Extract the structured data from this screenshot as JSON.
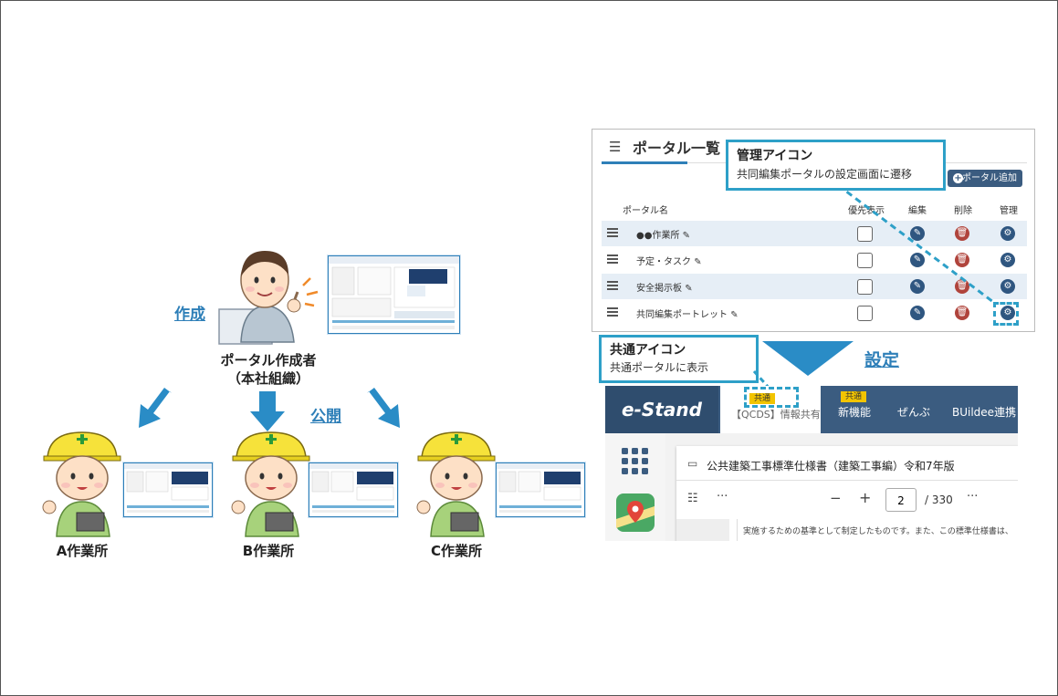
{
  "left": {
    "creator_label": "ポータル作成者",
    "creator_sub": "（本社組織）",
    "create_label": "作成",
    "publish_label": "公開",
    "sites": [
      "A作業所",
      "B作業所",
      "C作業所"
    ]
  },
  "portal_list": {
    "title": "ポータル一覧",
    "add_button": "ポータル追加",
    "columns": {
      "name": "ポータル名",
      "priority": "優先表示",
      "edit": "編集",
      "delete": "削除",
      "manage": "管理"
    },
    "rows": [
      {
        "name": "●●作業所"
      },
      {
        "name": "予定・タスク"
      },
      {
        "name": "安全掲示板"
      },
      {
        "name": "共同編集ポートレット"
      }
    ]
  },
  "callout_manage": {
    "title": "管理アイコン",
    "desc": "共同編集ポータルの設定画面に遷移"
  },
  "callout_common": {
    "title": "共通アイコン",
    "desc": "共通ポータルに表示"
  },
  "setting_label": "設定",
  "estand": {
    "logo": "e-Stand",
    "badge": "共通",
    "nav": [
      "【QCDS】情報共有",
      "新機能",
      "ぜんぶ",
      "BUildee連携"
    ],
    "doc_title": "公共建築工事標準仕様書（建築工事編）令和7年版",
    "page_current": "2",
    "page_total": "/ 330",
    "doc_text": "実施するための基準として制定したものです。また、この標準仕様書は、"
  }
}
